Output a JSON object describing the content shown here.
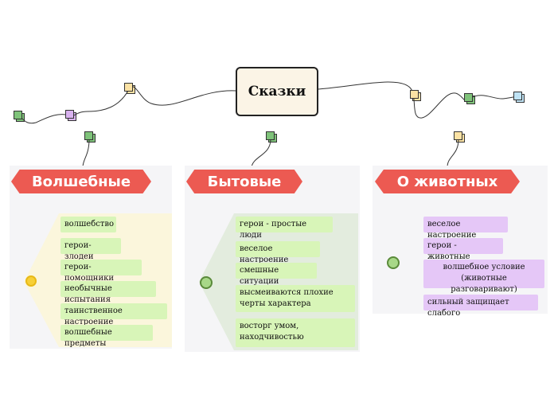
{
  "root": {
    "label": "Сказки"
  },
  "branches": [
    {
      "title": "Волшебные",
      "items": [
        "волшебство",
        "герои-злодеи",
        "герои-помощники",
        "необычные испытания",
        "таинственное настроение",
        "волшебные предметы"
      ]
    },
    {
      "title": "Бытовые",
      "items": [
        "герои - простые люди",
        "веселое настроение",
        "смешные ситуации",
        "высмеиваются плохие черты характера",
        "восторг умом, находчивостью"
      ]
    },
    {
      "title": "О животных",
      "items": [
        "веселое настроение",
        "герои - животные",
        "волшебное условие (животные разговаривают)",
        "сильный защищает слабого"
      ]
    }
  ],
  "colors": {
    "pill": "#ec5a52",
    "leaf_green": "#d8f5b8",
    "leaf_violet": "#e5c7f7",
    "panel": "#f5f5f7",
    "band_yellow": "#fbf6dc",
    "band_green": "#e3ecde",
    "node_yellow": "#f7d038",
    "node_green": "#a8d888",
    "square_yellow": "#fbe2a4",
    "square_green": "#7fc37a",
    "square_violet": "#d9b2f0",
    "square_blue": "#bfe3f5"
  }
}
